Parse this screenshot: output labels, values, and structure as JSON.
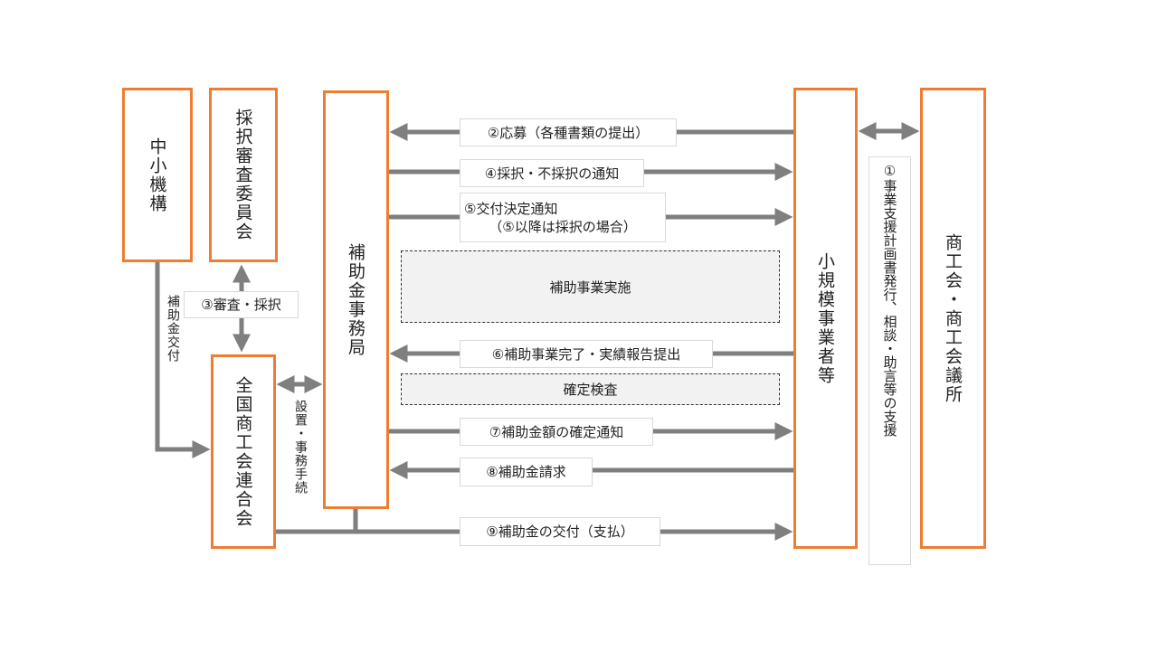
{
  "entities": {
    "smrj": "中小機構",
    "review_committee": "採択審査委員会",
    "secretariat": "補助金事務局",
    "national_federation": "全国商工会連合会",
    "small_businesses": "小規模事業者等",
    "chambers": "商工会・商工会議所"
  },
  "steps": {
    "s1": "①事業支援計画書発行、相談・助言等の支援",
    "s2": "②応募（各種書類の提出）",
    "s3": "③審査・採択",
    "s4": "④採択・不採択の通知",
    "s5_line1": "⑤交付決定通知",
    "s5_line2": "（⑤以降は採択の場合）",
    "s6": "⑥補助事業完了・実績報告提出",
    "s7": "⑦補助金額の確定通知",
    "s8": "⑧補助金請求",
    "s9": "⑨補助金の交付（支払）"
  },
  "phases": {
    "implementation": "補助事業実施",
    "inspection": "確定検査"
  },
  "side_labels": {
    "subsidy_grant": "補助金交付",
    "setup": "設置・事務手続"
  },
  "colors": {
    "box_border": "#ed7d31",
    "arrow": "#7f7f7f"
  }
}
